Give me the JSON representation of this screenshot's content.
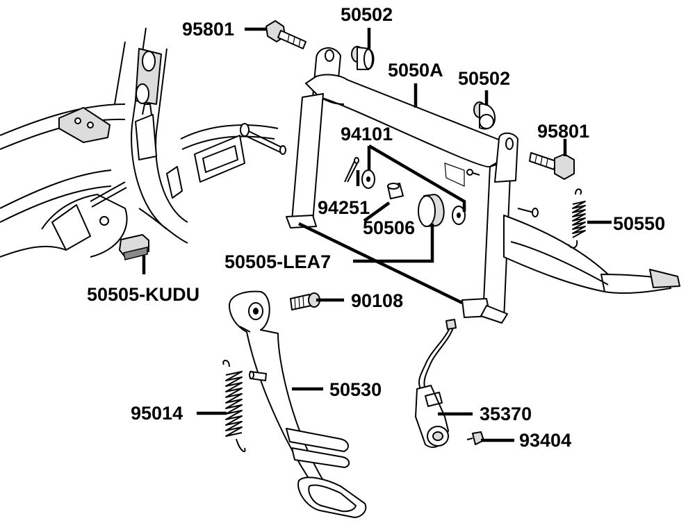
{
  "diagram": {
    "labels": {
      "95801_top": "95801",
      "50502_top": "50502",
      "5050A": "5050A",
      "50502_mid": "50502",
      "95801_right": "95801",
      "94101": "94101",
      "94251": "94251",
      "50506": "50506",
      "50550": "50550",
      "50505_LEA7": "50505-LEA7",
      "50505_KUDU": "50505-KUDU",
      "90108": "90108",
      "50530": "50530",
      "35370": "35370",
      "95014": "95014",
      "93404": "93404"
    }
  }
}
